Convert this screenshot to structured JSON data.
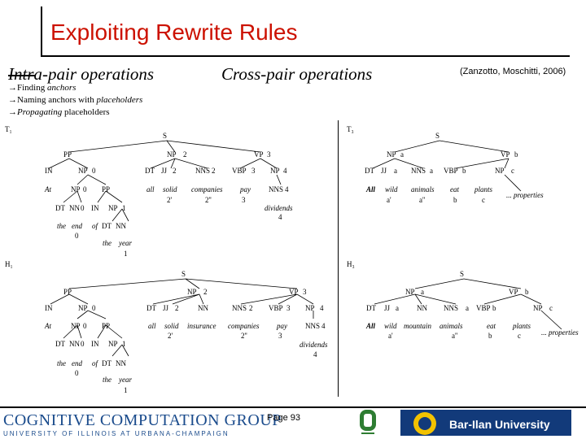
{
  "slide": {
    "title": "Exploiting Rewrite Rules",
    "intra": "Intra-pair operations",
    "cross": "Cross-pair operations",
    "citation": "(Zanzotto, Moschitti, 2006)",
    "bullets": [
      {
        "arrow": "→",
        "pre": "Finding ",
        "em": "anchors",
        "post": ""
      },
      {
        "arrow": "→",
        "pre": "Naming anchors with ",
        "em": "placeholders",
        "post": ""
      },
      {
        "arrow": "→",
        "pre": "",
        "em": "Propagating",
        "post": " placeholders"
      }
    ],
    "tree_labels": {
      "t1": "T₁",
      "h1": "H₁",
      "t3": "T₃",
      "h3": "H₃"
    },
    "page": "Page 93",
    "footer": {
      "ccg_top": "COGNITIVE COMPUTATION GROUP",
      "ccg_bottom": "UNIVERSITY OF ILLINOIS AT URBANA-CHAMPAIGN",
      "barilan": "Bar-Ilan University"
    },
    "colors": {
      "title": "#cc1100",
      "barilan_bg": "#123a7a",
      "ccg_blue": "#1a4b8c"
    }
  },
  "tree_text": {
    "S": "S",
    "PP": "PP",
    "NP": "NP",
    "VP": "VP",
    "IN": "IN",
    "DT": "DT",
    "JJ": "JJ",
    "NNS": "NNS",
    "VBP": "VBP",
    "NN": "NN",
    "At": "At",
    "all": "All",
    "all_lc": "all",
    "solid": "solid",
    "companies": "companies",
    "pay": "pay",
    "dividends": "dividends",
    "the": "the",
    "end": "end",
    "of": "of",
    "year": "year",
    "insurance": "insurance",
    "wild": "wild",
    "animals": "animals",
    "eat": "eat",
    "plants": "plants",
    "properties": "... properties",
    "mountain": "mountain",
    "p0": "0",
    "p1": "1",
    "p2": "2",
    "p3": "3",
    "p4": "4",
    "pa": "a",
    "pb": "b",
    "pc": "c",
    "p2p": "2'",
    "p2pp": "2''",
    "pap": "a'",
    "papp": "a''"
  }
}
